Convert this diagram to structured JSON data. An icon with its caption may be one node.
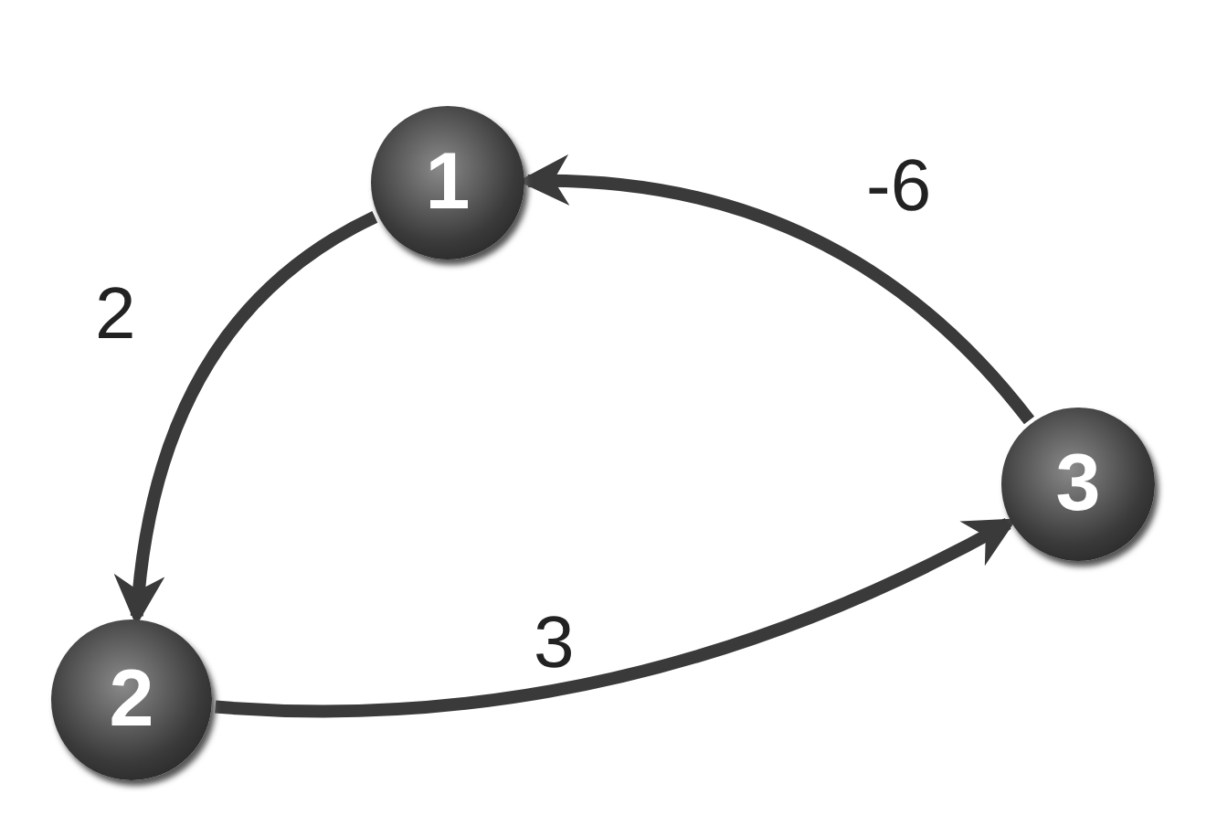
{
  "diagram": {
    "nodes": [
      {
        "text": [
          "1"
        ]
      },
      {
        "text": [
          "2"
        ]
      },
      {
        "text": [
          "3"
        ]
      }
    ],
    "edges": [
      {
        "from": 0,
        "to": 1,
        "arrow": "to",
        "label": "2"
      },
      {
        "from": 1,
        "to": 2,
        "arrow": "to",
        "label": "3"
      },
      {
        "from": 2,
        "to": 0,
        "arrow": "to",
        "label": "-6"
      }
    ]
  }
}
